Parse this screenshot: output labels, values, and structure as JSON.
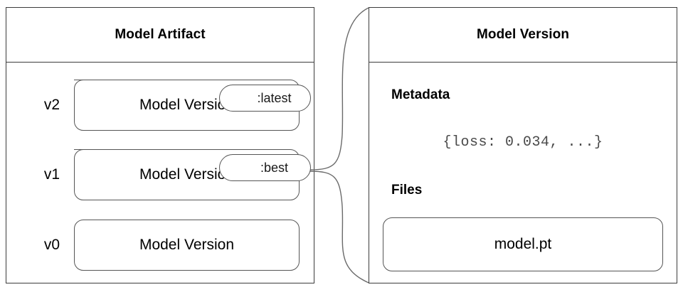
{
  "diagram": {
    "title_left": "Model Artifact",
    "title_right": "Model Version",
    "background": "#ffffff",
    "line_color": "#555555",
    "panel_border_color": "#3c3c3c",
    "connector_color": "#6a6a6a"
  },
  "artifact_panel": {
    "header": "Model Artifact",
    "versions": [
      {
        "label": "v2",
        "box_text": "Model Version",
        "alias": ":latest"
      },
      {
        "label": "v1",
        "box_text": "Model Version",
        "alias": ":best"
      },
      {
        "label": "v0",
        "box_text": "Model Version",
        "alias": ""
      }
    ]
  },
  "version_panel": {
    "header": "Model Version",
    "metadata": {
      "title": "Metadata",
      "value": "{loss: 0.034, ...}"
    },
    "files": {
      "title": "Files",
      "items": [
        {
          "name": "model.pt"
        }
      ]
    }
  }
}
